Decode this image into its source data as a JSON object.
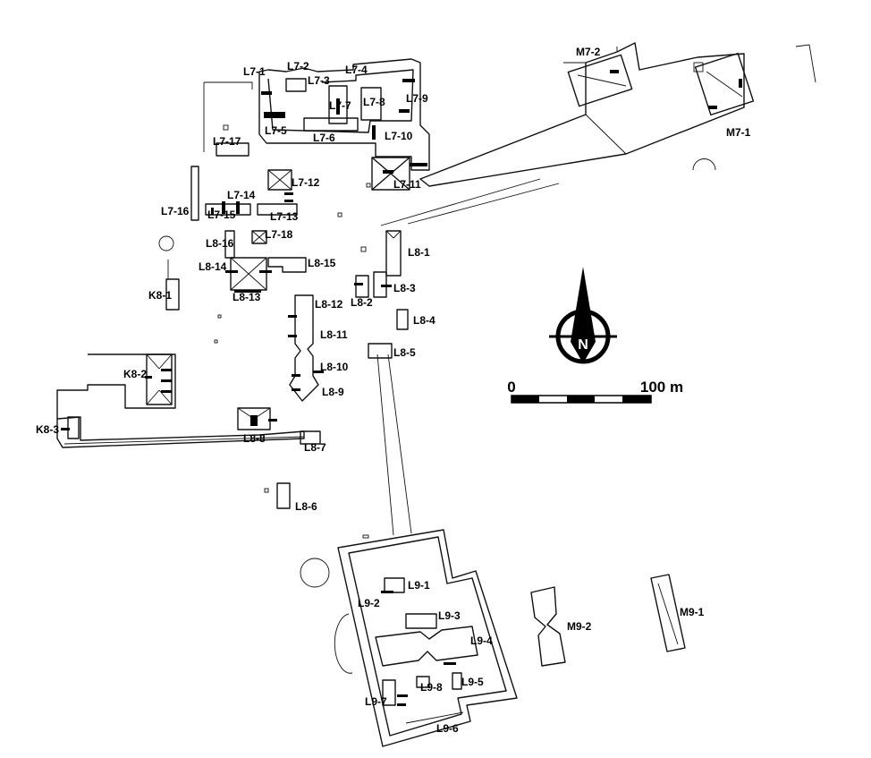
{
  "labels": {
    "L7-1": "L7-1",
    "L7-2": "L7-2",
    "L7-3": "L7-3",
    "L7-4": "L7-4",
    "L7-5": "L7-5",
    "L7-6": "L7-6",
    "L7-7": "L7-7",
    "L7-8": "L7-8",
    "L7-9": "L7-9",
    "L7-10": "L7-10",
    "L7-11": "L7-11",
    "L7-12": "L7-12",
    "L7-13": "L7-13",
    "L7-14": "L7-14",
    "L7-15": "L7-15",
    "L7-16": "L7-16",
    "L7-17": "L7-17",
    "L7-18": "L7-18",
    "L8-1": "L8-1",
    "L8-2": "L8-2",
    "L8-3": "L8-3",
    "L8-4": "L8-4",
    "L8-5": "L8-5",
    "L8-6": "L8-6",
    "L8-7": "L8-7",
    "L8-8": "L8-8",
    "L8-9": "L8-9",
    "L8-10": "L8-10",
    "L8-11": "L8-11",
    "L8-12": "L8-12",
    "L8-13": "L8-13",
    "L8-14": "L8-14",
    "L8-15": "L8-15",
    "L8-16": "L8-16",
    "L9-1": "L9-1",
    "L9-2": "L9-2",
    "L9-3": "L9-3",
    "L9-4": "L9-4",
    "L9-5": "L9-5",
    "L9-6": "L9-6",
    "L9-7": "L9-7",
    "L9-8": "L9-8",
    "K8-1": "K8-1",
    "K8-2": "K8-2",
    "K8-3": "K8-3",
    "M7-1": "M7-1",
    "M7-2": "M7-2",
    "M9-1": "M9-1",
    "M9-2": "M9-2"
  },
  "scale": {
    "start": "0",
    "end": "100 m"
  },
  "north": {
    "letter": "N"
  }
}
